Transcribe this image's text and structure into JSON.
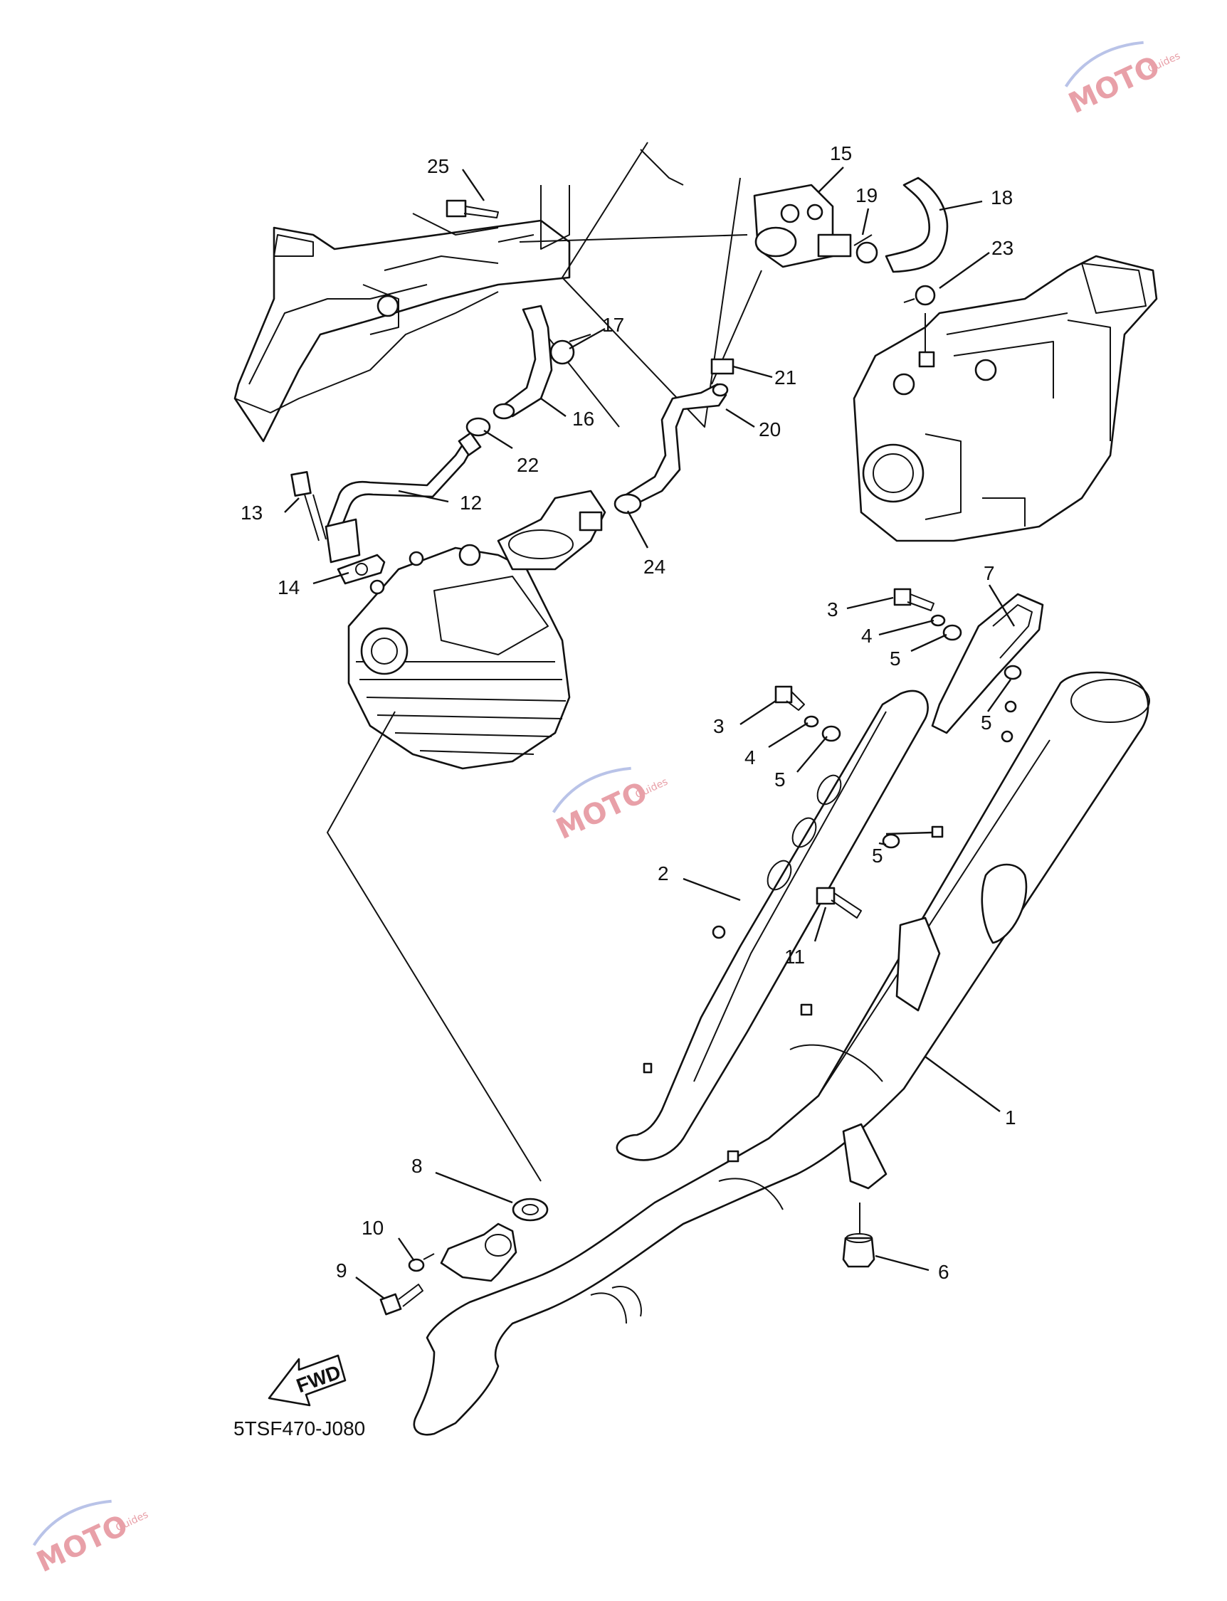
{
  "diagram": {
    "code": "5TSF470-J080",
    "fwd_label": "FWD",
    "watermark": {
      "text": "MOTO",
      "sub": "Guides",
      "color": "#e8a0a8"
    },
    "callouts": [
      "1",
      "2",
      "3",
      "3",
      "4",
      "4",
      "5",
      "5",
      "5",
      "5",
      "6",
      "7",
      "8",
      "9",
      "10",
      "11",
      "12",
      "13",
      "14",
      "15",
      "16",
      "17",
      "18",
      "19",
      "20",
      "21",
      "22",
      "23",
      "24",
      "25"
    ]
  }
}
